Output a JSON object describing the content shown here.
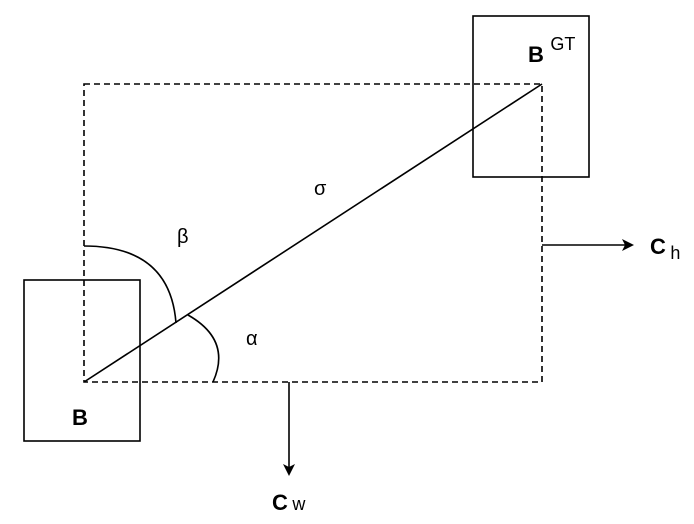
{
  "labels": {
    "box_b": "B",
    "box_gt_main": "B",
    "box_gt_sup": "GT",
    "sigma": "σ",
    "beta": "β",
    "alpha": "α",
    "ch_main": "C",
    "ch_sub": "h",
    "cw_main": "C",
    "cw_sub": "w"
  },
  "colors": {
    "stroke": "#000000",
    "background": "#ffffff"
  }
}
